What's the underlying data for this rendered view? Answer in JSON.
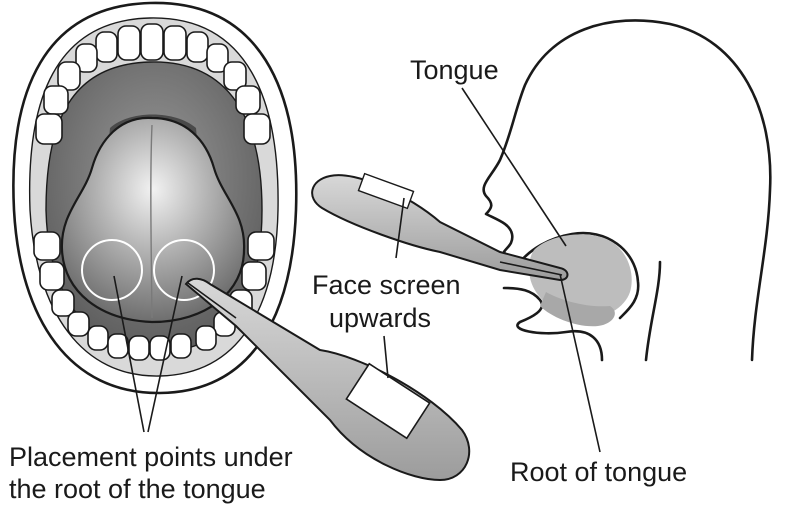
{
  "labels": {
    "tongue": "Tongue",
    "face_screen_line1": "Face screen",
    "face_screen_line2": "upwards",
    "placement_line1": "Placement points under",
    "placement_line2": "the root of the tongue",
    "root_of_tongue": "Root of tongue"
  },
  "colors": {
    "line": "#1a1a1a",
    "tongue_fill": "#bdbdbd",
    "mouth_interior": "#8c8c8c",
    "background": "#ffffff"
  }
}
